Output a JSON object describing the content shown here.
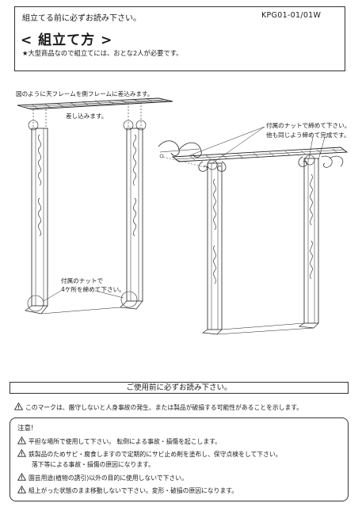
{
  "header": {
    "pre_read_note": "組立てる前に必ずお読み下さい。",
    "product_code": "KPG01-01/01W",
    "title": "< 組立て方 >",
    "subtitle": "★大型商品なので組立てには、おとな2人が必要です。"
  },
  "steps": {
    "step1_instruction": "図のように天フレームを側フレームに差込みます。",
    "insert_label": "差し込みます。",
    "nut_left_line1": "付属のナットで",
    "nut_left_line2": "4ケ所を締めて下さい。",
    "nut_right_line1": "付属のナットで締めて下さい。",
    "nut_right_line2": "他も同じよう締めて完成です。"
  },
  "caution": {
    "banner": "ご使用前に必ずお読み下さい。",
    "warning_mark_text": "このマークは、厳守しないと人身事故の発生、または製品が破損する可能性があることを示します。",
    "notice_title": "注意!",
    "items": [
      "平担な場所で使用して下さい。 転倒による事故・損傷を起こします。",
      "鉄製品のためサビ・腐食しますので定期的にサビ止め剤を塗布し、保守点検をして下さい。",
      "園芸用途(植物の誘引)以外の目的に使用しないで下さい。",
      "組上がった状態のまま移動しないで下さい。変形・破損の原因になります。"
    ],
    "item2_cont": "落下等による事故・損傷の原因になります。"
  }
}
